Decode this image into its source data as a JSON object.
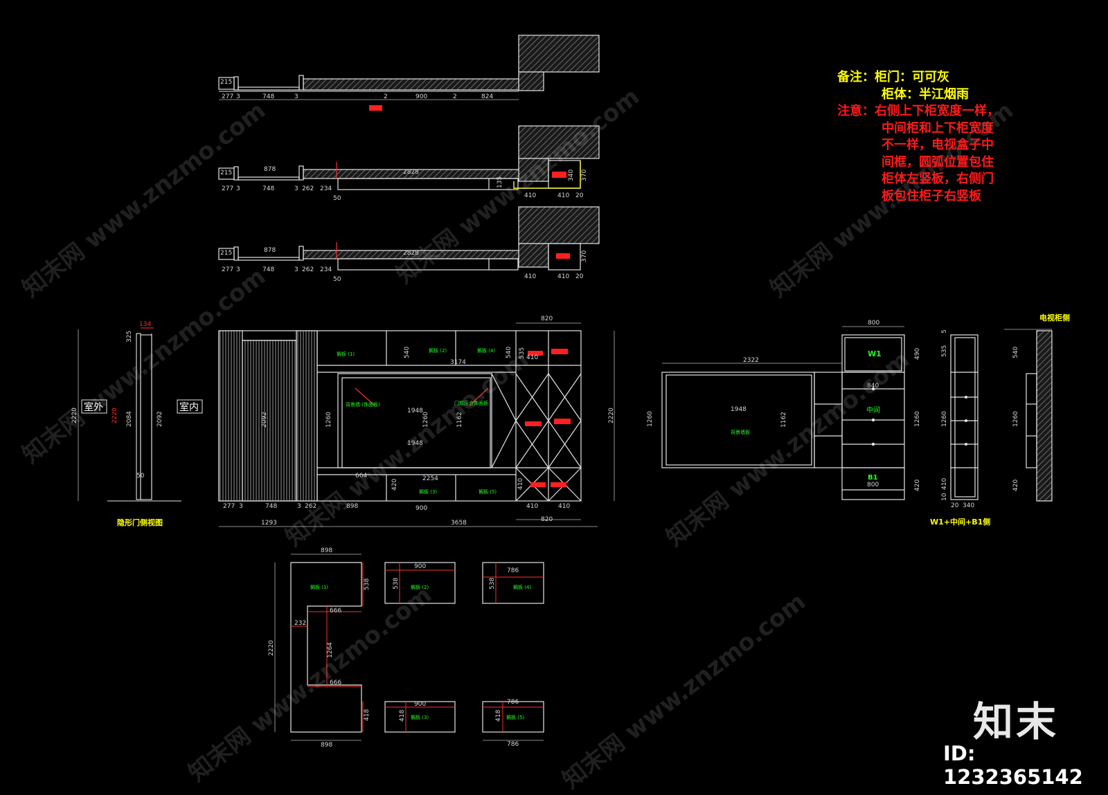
{
  "notes": {
    "remark_label": "备注：",
    "door_line": "柜门：可可灰",
    "body_line": "柜体：半江烟雨",
    "attention_label": "注意：",
    "attention_lines": [
      "右侧上下柜宽度一样，",
      "中间柜和上下柜宽度",
      "不一样，电视盒子中",
      "间框，圆弧位置包住",
      "柜体左竖板，右侧门",
      "板包住柜子右竖板"
    ]
  },
  "titles": {
    "door_side": "隐形门侧视图",
    "w1_side": "W1+中间+B1侧",
    "tv_side": "电视柜侧",
    "outdoor": "室外",
    "indoor": "室内"
  },
  "labels": {
    "shelf1": "搁板 (1)",
    "shelf2": "搁板 (2)",
    "shelf3": "搁板 (3)",
    "shelf4": "搁板 (4)",
    "shelf5": "搁板 (5)",
    "tv_bg": "背景墙 (饰面板)",
    "door_frame": "门框压合饰面板",
    "w1": "W1",
    "middle": "中间",
    "b1": "B1",
    "bg_panel": "背景墙板"
  },
  "plan1": {
    "dims": [
      "215",
      "277",
      "3",
      "748",
      "3",
      "2",
      "900",
      "2",
      "824"
    ]
  },
  "plan2": {
    "dims": [
      "215",
      "878",
      "2828",
      "277",
      "3",
      "748",
      "3",
      "262",
      "234",
      "50",
      "135",
      "410",
      "410",
      "20",
      "340",
      "370"
    ]
  },
  "plan3": {
    "dims": [
      "215",
      "878",
      "2828",
      "277",
      "3",
      "748",
      "3",
      "262",
      "234",
      "50",
      "410",
      "410",
      "20",
      "370"
    ]
  },
  "door_side": {
    "dims": [
      "134",
      "325",
      "2220",
      "2220",
      "2084",
      "2092",
      "50"
    ]
  },
  "elevation": {
    "dims": [
      "820",
      "3174",
      "540",
      "540",
      "535",
      "410",
      "2092",
      "1260",
      "1948",
      "1260",
      "1162",
      "1948",
      "2220",
      "664",
      "2254",
      "420",
      "410",
      "277",
      "3",
      "748",
      "3",
      "262",
      "898",
      "900",
      "410",
      "410",
      "1293",
      "3658",
      "820"
    ]
  },
  "w1_elev": {
    "dims": [
      "800",
      "2322",
      "1948",
      "1162",
      "1260",
      "840",
      "800",
      "490",
      "1260",
      "420"
    ]
  },
  "w1_side": {
    "dims": [
      "5",
      "535",
      "1260",
      "410",
      "10",
      "20",
      "340"
    ]
  },
  "tv_side": {
    "dims": [
      "540",
      "1260",
      "420"
    ]
  },
  "panels": {
    "dims": [
      "898",
      "538",
      "666",
      "232",
      "1264",
      "666",
      "2220",
      "418",
      "898",
      "900",
      "538",
      "786",
      "538",
      "900",
      "418",
      "786",
      "418",
      "786"
    ]
  },
  "watermark": {
    "text": "知末网 www.znzmo.com"
  },
  "brand": {
    "logo": "知末",
    "id": "ID: 1232365142"
  },
  "colors": {
    "line": "#e6e6e6",
    "dim": "#d8d8d8",
    "green": "#22ff22",
    "red": "#ff2020",
    "yellow": "#ffff00",
    "hatch": "#9a9a9a"
  }
}
